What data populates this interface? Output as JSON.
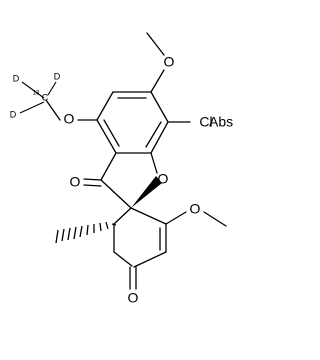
{
  "molecule": {
    "atoms": {
      "o_methoxy_top": "O",
      "o_methoxy_left": "O",
      "deuterium_1": "D",
      "deuterium_2": "D",
      "deuterium_3": "D",
      "carbon_13_mass": "13",
      "carbon_13_symbol": "C",
      "chlorine": "Cl",
      "abs_flag": "Abs",
      "o_ketone": "O",
      "o_ring": "O",
      "o_methoxy_right": "O",
      "o_enone": "O"
    }
  },
  "colors": {
    "ink": "#000000",
    "background": "#ffffff"
  }
}
